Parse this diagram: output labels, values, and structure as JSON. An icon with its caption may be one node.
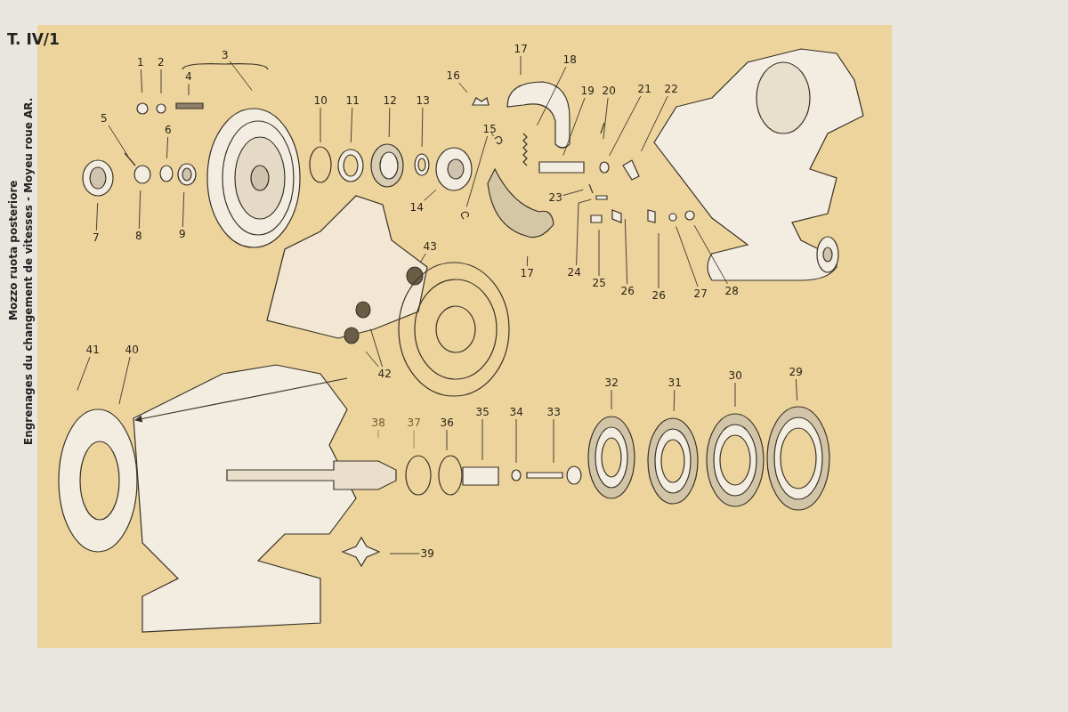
{
  "diagram": {
    "title": "T. IV/1",
    "nodes": [
      {
        "text": [
          "1"
        ]
      },
      {
        "text": [
          "2"
        ]
      },
      {
        "text": [
          "3"
        ]
      },
      {
        "text": [
          "4"
        ]
      },
      {
        "text": [
          "5"
        ]
      },
      {
        "text": [
          "6"
        ]
      },
      {
        "text": [
          "7"
        ]
      },
      {
        "text": [
          "8"
        ]
      },
      {
        "text": [
          "9"
        ]
      },
      {
        "text": [
          "10"
        ]
      },
      {
        "text": [
          "11"
        ]
      },
      {
        "text": [
          "12"
        ]
      },
      {
        "text": [
          "13"
        ]
      },
      {
        "text": [
          "14"
        ]
      },
      {
        "text": [
          "15"
        ]
      },
      {
        "text": [
          "16"
        ]
      },
      {
        "text": [
          "17"
        ]
      },
      {
        "text": [
          "18"
        ]
      },
      {
        "text": [
          "17"
        ]
      },
      {
        "text": [
          "19"
        ]
      },
      {
        "text": [
          "20"
        ]
      },
      {
        "text": [
          "21"
        ]
      },
      {
        "text": [
          "22"
        ]
      },
      {
        "text": [
          "23"
        ]
      },
      {
        "text": [
          "24"
        ]
      },
      {
        "text": [
          "25"
        ]
      },
      {
        "text": [
          "26"
        ]
      },
      {
        "text": [
          "26"
        ]
      },
      {
        "text": [
          "27"
        ]
      },
      {
        "text": [
          "28"
        ]
      },
      {
        "text": [
          "29"
        ]
      },
      {
        "text": [
          "30"
        ]
      },
      {
        "text": [
          "31"
        ]
      },
      {
        "text": [
          "32"
        ]
      },
      {
        "text": [
          "33"
        ]
      },
      {
        "text": [
          "34"
        ]
      },
      {
        "text": [
          "35"
        ]
      },
      {
        "text": [
          "36"
        ]
      },
      {
        "text": [
          "37"
        ]
      },
      {
        "text": [
          "38"
        ]
      },
      {
        "text": [
          "39"
        ]
      },
      {
        "text": [
          "40"
        ]
      },
      {
        "text": [
          "41"
        ]
      },
      {
        "text": [
          "42"
        ]
      },
      {
        "text": [
          "43"
        ]
      }
    ],
    "edges": [
      {
        "from": 0,
        "to": null,
        "arrow": "none"
      },
      {
        "from": 1,
        "to": null,
        "arrow": "none"
      },
      {
        "from": 2,
        "to": null,
        "arrow": "none"
      },
      {
        "from": 3,
        "to": null,
        "arrow": "none"
      },
      {
        "from": 4,
        "to": null,
        "arrow": "none"
      },
      {
        "from": 5,
        "to": null,
        "arrow": "none"
      },
      {
        "from": 6,
        "to": null,
        "arrow": "none"
      },
      {
        "from": 7,
        "to": null,
        "arrow": "none"
      },
      {
        "from": 8,
        "to": null,
        "arrow": "none"
      },
      {
        "from": 9,
        "to": null,
        "arrow": "none"
      },
      {
        "from": 10,
        "to": null,
        "arrow": "none"
      },
      {
        "from": 11,
        "to": null,
        "arrow": "none"
      },
      {
        "from": 12,
        "to": null,
        "arrow": "none"
      },
      {
        "from": 13,
        "to": null,
        "arrow": "none"
      },
      {
        "from": 14,
        "to": null,
        "arrow": "none"
      },
      {
        "from": 14,
        "to": null,
        "arrow": "none"
      },
      {
        "from": 15,
        "to": null,
        "arrow": "none"
      },
      {
        "from": 16,
        "to": null,
        "arrow": "none"
      },
      {
        "from": 17,
        "to": null,
        "arrow": "none"
      },
      {
        "from": 18,
        "to": null,
        "arrow": "none"
      },
      {
        "from": 19,
        "to": null,
        "arrow": "none"
      },
      {
        "from": 20,
        "to": null,
        "arrow": "none"
      },
      {
        "from": 21,
        "to": null,
        "arrow": "none"
      },
      {
        "from": 22,
        "to": null,
        "arrow": "none"
      },
      {
        "from": 23,
        "to": null,
        "arrow": "none"
      },
      {
        "from": 24,
        "to": null,
        "arrow": "none"
      },
      {
        "from": 25,
        "to": null,
        "arrow": "none"
      },
      {
        "from": 26,
        "to": null,
        "arrow": "none"
      },
      {
        "from": 27,
        "to": null,
        "arrow": "none"
      },
      {
        "from": 28,
        "to": null,
        "arrow": "none"
      },
      {
        "from": 29,
        "to": null,
        "arrow": "none"
      },
      {
        "from": 30,
        "to": null,
        "arrow": "none"
      },
      {
        "from": 31,
        "to": null,
        "arrow": "none"
      },
      {
        "from": 32,
        "to": null,
        "arrow": "none"
      },
      {
        "from": 33,
        "to": null,
        "arrow": "none"
      },
      {
        "from": 34,
        "to": null,
        "arrow": "none"
      },
      {
        "from": 35,
        "to": null,
        "arrow": "none"
      },
      {
        "from": 36,
        "to": null,
        "arrow": "none"
      },
      {
        "from": 37,
        "to": null,
        "arrow": "none"
      },
      {
        "from": 38,
        "to": null,
        "arrow": "none",
        "color": "#a88558"
      },
      {
        "from": 39,
        "to": null,
        "arrow": "none",
        "color": "#a88558"
      },
      {
        "from": 40,
        "to": null,
        "arrow": "none"
      },
      {
        "from": 41,
        "to": null,
        "arrow": "none"
      },
      {
        "from": 42,
        "to": null,
        "arrow": "none"
      },
      {
        "from": 43,
        "to": null,
        "arrow": "none"
      },
      {
        "from": 43,
        "to": null,
        "arrow": "none"
      },
      {
        "from": 44,
        "to": null,
        "arrow": "none"
      }
    ],
    "labels": [
      "Mozzo ruota posteriore",
      "Engrenages du changement de vitesses - Moyeu roue AR."
    ]
  }
}
